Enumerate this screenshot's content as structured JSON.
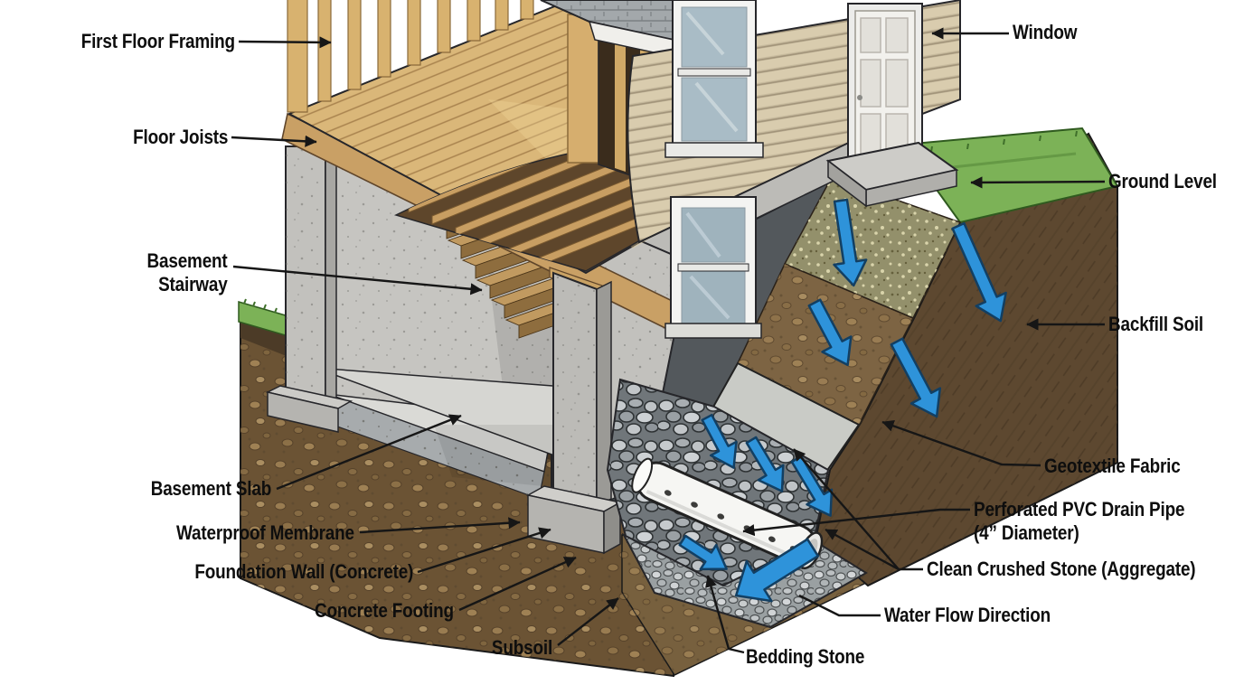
{
  "diagram": {
    "subject": "house-foundation-drainage-cutaway",
    "background": "#ffffff",
    "colors": {
      "label_text": "#0e0e0e",
      "leader_line": "#161616",
      "water_arrow_fill": "#2e93da",
      "water_arrow_outline": "#123f63",
      "membrane": "#53585c",
      "concrete": "#c2c1bd",
      "wood": "#d8b26f",
      "siding": "#d9ccae",
      "grass": "#7cb257",
      "soil": "#6b5334",
      "backfill": "#5d4830",
      "gravel": "#70767a",
      "pipe": "#f6f6f3"
    },
    "labels": [
      {
        "id": "first-floor-framing",
        "lines": [
          "First Floor Framing"
        ]
      },
      {
        "id": "floor-joists",
        "lines": [
          "Floor Joists"
        ]
      },
      {
        "id": "basement-stairway",
        "lines": [
          "Basement",
          "Stairway"
        ]
      },
      {
        "id": "basement-slab",
        "lines": [
          "Basement Slab"
        ]
      },
      {
        "id": "waterproof-membrane",
        "lines": [
          "Waterproof Membrane"
        ]
      },
      {
        "id": "foundation-wall",
        "lines": [
          "Foundation Wall (Concrete)"
        ]
      },
      {
        "id": "concrete-footing",
        "lines": [
          "Concrete Footing"
        ]
      },
      {
        "id": "subsoil",
        "lines": [
          "Subsoil"
        ]
      },
      {
        "id": "bedding-stone",
        "lines": [
          "Bedding Stone"
        ]
      },
      {
        "id": "window",
        "lines": [
          "Window"
        ]
      },
      {
        "id": "ground-level",
        "lines": [
          "Ground Level"
        ]
      },
      {
        "id": "backfill-soil",
        "lines": [
          "Backfill Soil"
        ]
      },
      {
        "id": "geotextile-fabric",
        "lines": [
          "Geotextile Fabric"
        ]
      },
      {
        "id": "pvc-drain-pipe",
        "lines": [
          "Perforated PVC Drain Pipe",
          "(4” Diameter)"
        ]
      },
      {
        "id": "clean-crushed-stone",
        "lines": [
          "Clean Crushed Stone (Aggregate)"
        ]
      },
      {
        "id": "water-flow-direction",
        "lines": [
          "Water Flow Direction"
        ]
      }
    ]
  }
}
